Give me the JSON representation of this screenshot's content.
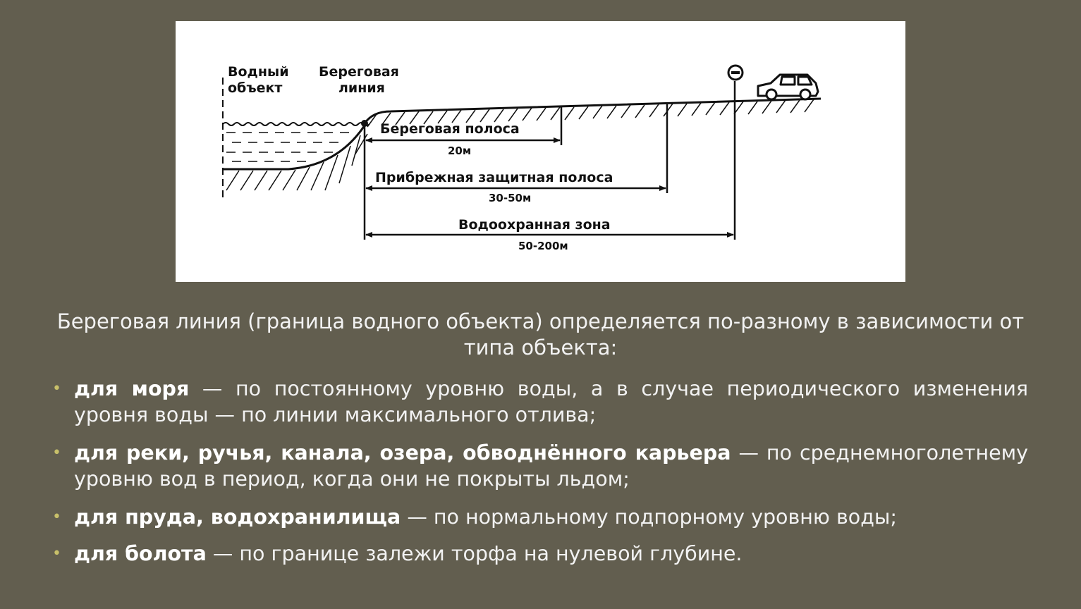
{
  "diagram": {
    "water_object_label": [
      "Водный",
      "объект"
    ],
    "shoreline_label": [
      "Береговая",
      "линия"
    ],
    "zones": [
      {
        "name": "Береговая полоса",
        "width": "20м"
      },
      {
        "name": "Прибрежная защитная полоса",
        "width": "30-50м"
      },
      {
        "name": "Водоохранная зона",
        "width": "50-200м"
      }
    ],
    "sign_icon": "no-entry-sign-icon",
    "car_icon": "car-icon"
  },
  "intro": "Береговая линия (граница водного объекта) определяется  по-разному в зависимости от типа объекта:",
  "bullets": [
    {
      "bold": "для моря",
      "text": " — по постоянному уровню воды, а в случае периодического изменения уровня воды — по линии максимального отлива;"
    },
    {
      "bold": "для реки, ручья, канала, озера, обводнённого карьера",
      "text": " — по среднемноголетнему уровню вод в период, когда они не покрыты льдом;"
    },
    {
      "bold": "для пруда, водохранилища",
      "text": " — по нормальному подпорному уровню воды;"
    },
    {
      "bold": "для болота",
      "text": " — по границе залежи торфа на нулевой глубине."
    }
  ],
  "colors": {
    "background": "#625e4f",
    "bullet": "#c8c06a"
  }
}
